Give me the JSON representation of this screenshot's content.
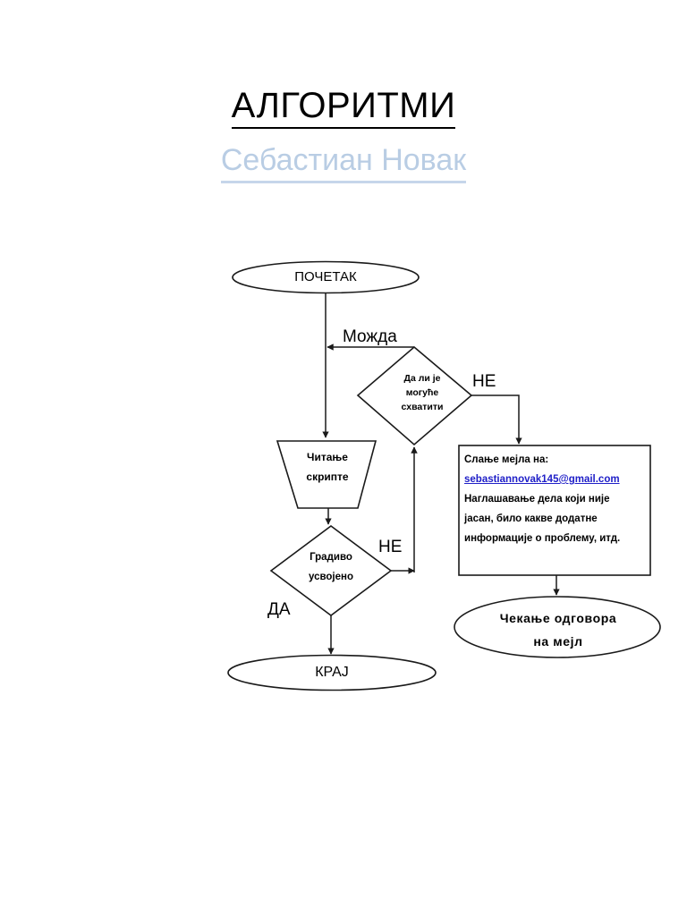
{
  "document": {
    "title": "АЛГОРИТМИ",
    "subtitle": "Себастиан Новак"
  },
  "flowchart": {
    "nodes": {
      "start": {
        "label": "ПОЧЕТАК",
        "shape": "ellipse"
      },
      "decision_understand": {
        "label": "Да ли је\nмогуће\nсхватити",
        "shape": "diamond"
      },
      "read_script": {
        "label": "Читање\nскрипте",
        "shape": "trapezoid"
      },
      "decision_learned": {
        "label": "Градиво\nусвојено",
        "shape": "diamond"
      },
      "end": {
        "label": "КРАЈ",
        "shape": "ellipse"
      },
      "wait_reply": {
        "label": "Чекање  одговора\nна  мејл",
        "shape": "ellipse"
      },
      "send_mail": {
        "shape": "rectangle",
        "line1": "Слање мејла на:",
        "email": "sebastiannovak145@gmail.com",
        "line3": "Наглашавање дела који није",
        "line4": "јасан,  било какве додатне",
        "line5": "информације о проблему, итд."
      }
    },
    "edge_labels": {
      "maybe": "Можда",
      "no_understand": "НЕ",
      "no_learned": "НЕ",
      "yes_learned": "ДА"
    },
    "colors": {
      "stroke": "#000000",
      "link": "#2020c8",
      "subtitle": "#b9cde4",
      "background": "#ffffff"
    }
  }
}
